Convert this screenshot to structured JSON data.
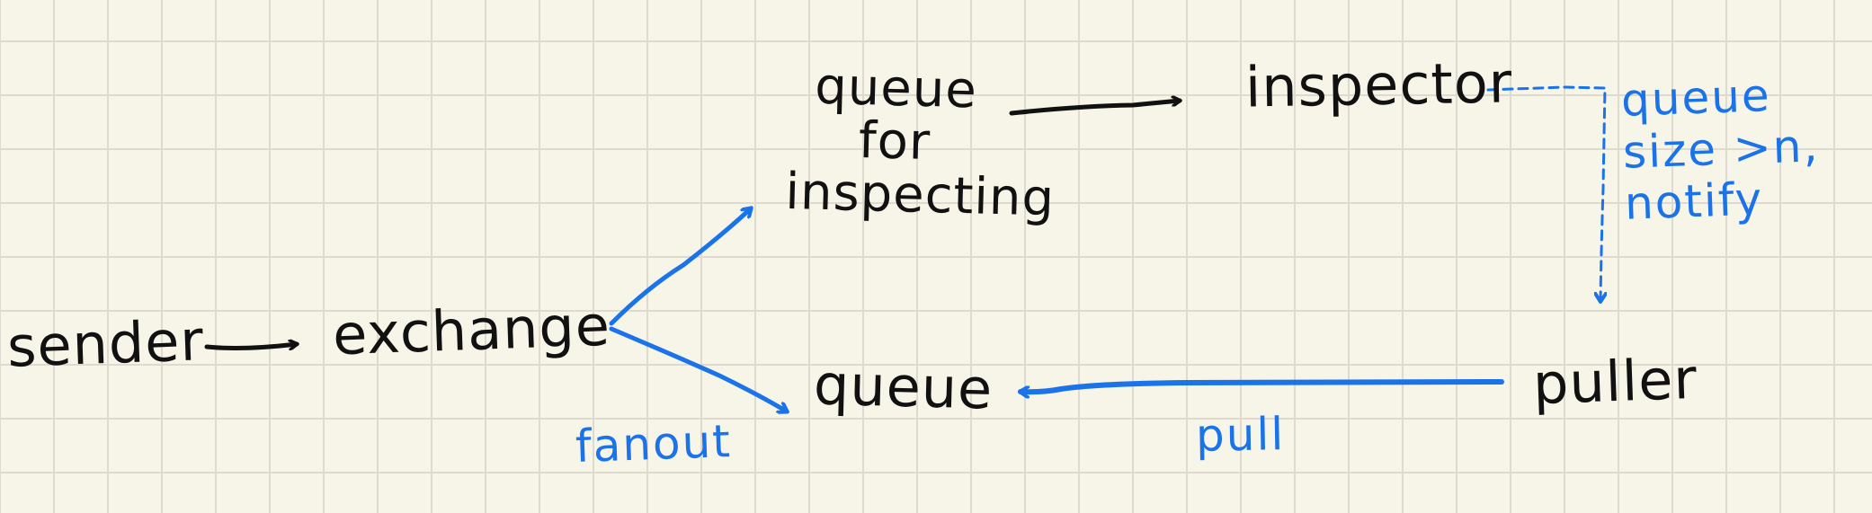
{
  "colors": {
    "ink_black": "#111111",
    "ink_blue": "#1a73e8",
    "paper": "#f7f4e8",
    "grid": "#dedad0"
  },
  "nodes": {
    "sender": "sender",
    "exchange": "exchange",
    "queue_inspecting": "queue\nfor\ninspecting",
    "inspector": "inspector",
    "queue": "queue",
    "puller": "puller"
  },
  "edge_labels": {
    "fanout": "fanout",
    "pull": "pull",
    "notify_condition": "queue\nsize >n,\nnotify"
  }
}
